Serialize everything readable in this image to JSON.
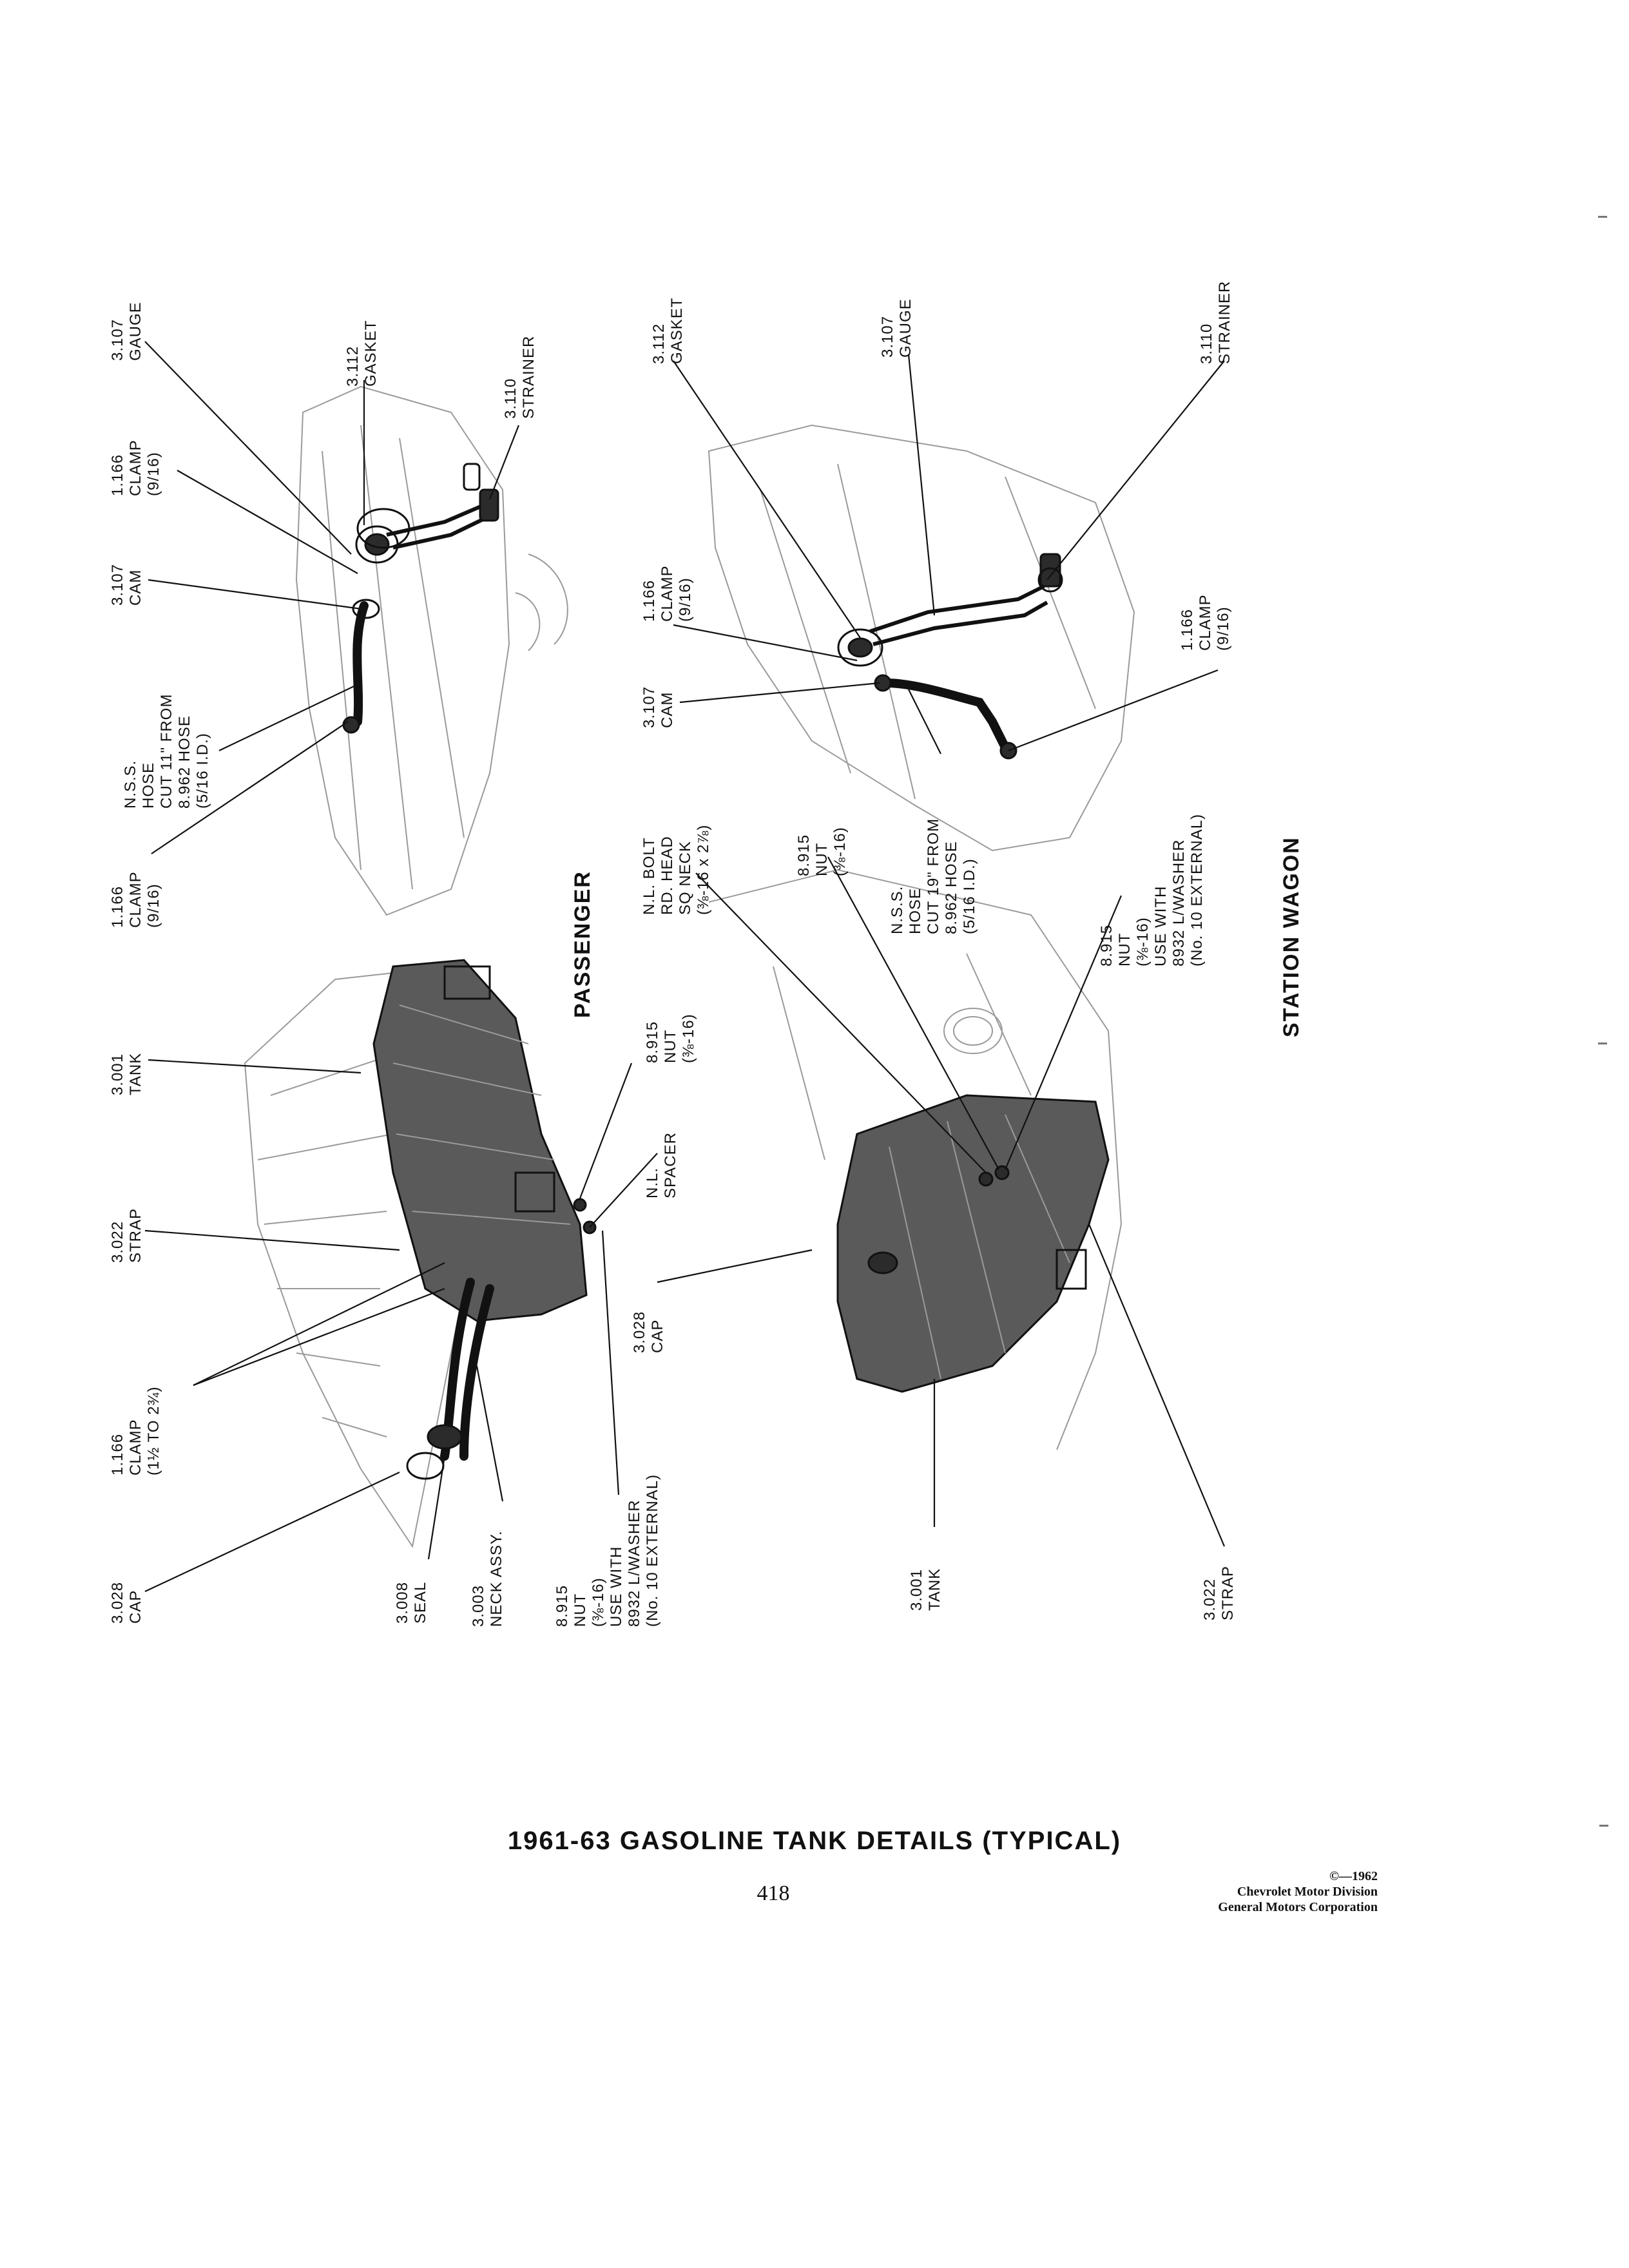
{
  "diagram": {
    "sections": {
      "passenger": "PASSENGER",
      "station_wagon": "STATION WAGON"
    },
    "passenger_callouts": {
      "gauge": [
        "3.107",
        "GAUGE"
      ],
      "gasket": [
        "3.112",
        "GASKET"
      ],
      "strainer": [
        "3.110",
        "STRAINER"
      ],
      "clamp_upper": [
        "1.166",
        "CLAMP",
        "(9/16)"
      ],
      "cam": [
        "3.107",
        "CAM"
      ],
      "hose": [
        "N.S.S.",
        "HOSE",
        "CUT 11\" FROM",
        "8.962 HOSE",
        "(5/16 I.D.)"
      ],
      "clamp_lower": [
        "1.166",
        "CLAMP",
        "(9/16)"
      ],
      "tank": [
        "3.001",
        "TANK"
      ],
      "strap": [
        "3.022",
        "STRAP"
      ],
      "clamp_neck": [
        "1.166",
        "CLAMP",
        "(1½ TO 2¾)"
      ],
      "cap": [
        "3.028",
        "CAP"
      ],
      "seal": [
        "3.008",
        "SEAL"
      ],
      "neck": [
        "3.003",
        "NECK ASSY."
      ],
      "nut_washer": [
        "8.915",
        "NUT",
        "(⅜-16)",
        "USE WITH",
        "8932 L/WASHER",
        "(No. 10 EXTERNAL)"
      ],
      "nut": [
        "8.915",
        "NUT",
        "(⅜-16)"
      ],
      "spacer": [
        "N.L.",
        "SPACER"
      ],
      "cap_right": [
        "3.028",
        "CAP"
      ]
    },
    "wagon_callouts": {
      "gasket": [
        "3.112",
        "GASKET"
      ],
      "gauge": [
        "3.107",
        "GAUGE"
      ],
      "strainer": [
        "3.110",
        "STRAINER"
      ],
      "clamp_upper": [
        "1.166",
        "CLAMP",
        "(9/16)"
      ],
      "clamp_right": [
        "1.166",
        "CLAMP",
        "(9/16)"
      ],
      "cam": [
        "3.107",
        "CAM"
      ],
      "bolt": [
        "N.L. BOLT",
        "RD. HEAD",
        "SQ NECK",
        "(⅜-16 x 2⅞)"
      ],
      "nut": [
        "8.915",
        "NUT",
        "(⅜-16)"
      ],
      "hose": [
        "N.S.S.",
        "HOSE",
        "CUT 19\" FROM",
        "8.962 HOSE",
        "(5/16 I.D.)"
      ],
      "nut_washer": [
        "8.915",
        "NUT",
        "(⅜-16)",
        "USE WITH",
        "8932 L/WASHER",
        "(No. 10 EXTERNAL)"
      ],
      "tank": [
        "3.001",
        "TANK"
      ],
      "strap": [
        "3.022",
        "STRAP"
      ]
    }
  },
  "page": {
    "title": "1961-63 GASOLINE TANK DETAILS (TYPICAL)",
    "page_number": "418",
    "copyright": [
      "©—1962",
      "Chevrolet Motor Division",
      "General Motors Corporation"
    ]
  }
}
